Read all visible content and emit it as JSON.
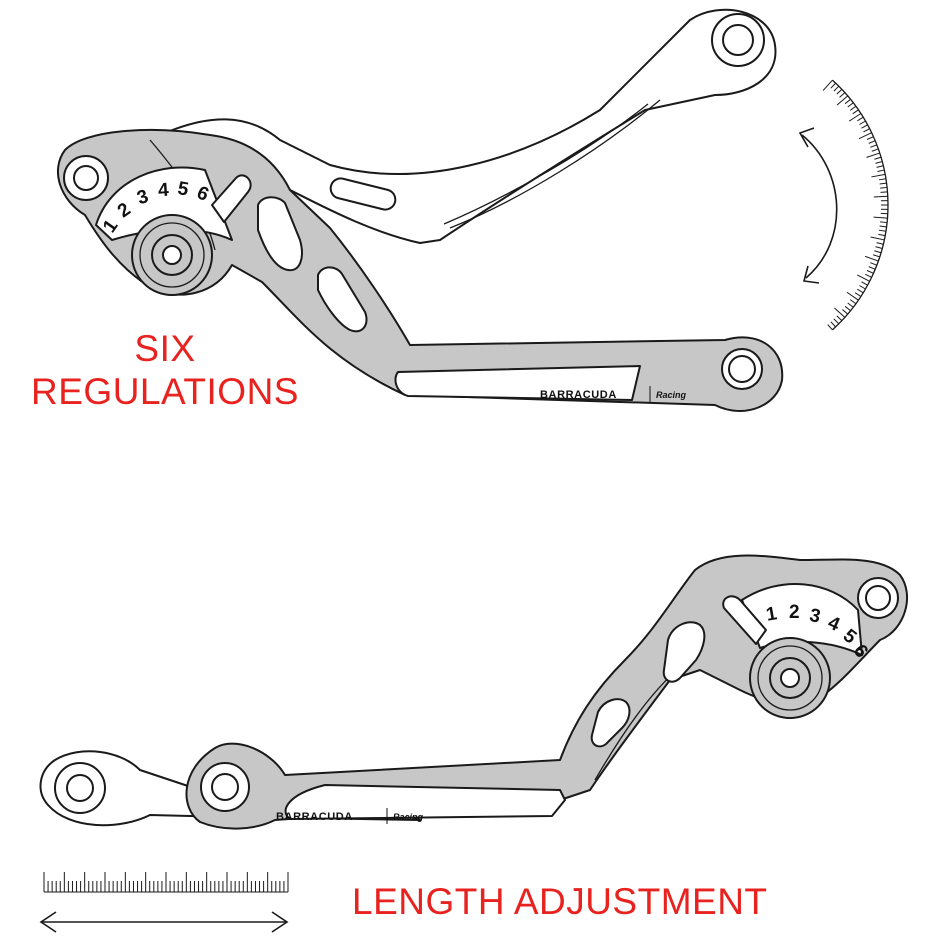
{
  "labels": {
    "six_line1": "SIX",
    "six_line2": "REGULATIONS",
    "length": "LENGTH ADJUSTMENT"
  },
  "brand": {
    "name": "BARRACUDA",
    "sub": "Racing"
  },
  "dial_numbers": [
    "1",
    "2",
    "3",
    "4",
    "5",
    "6"
  ],
  "colors": {
    "label_red": "#e8231f",
    "lever_fill": "#c7c7c7",
    "lever_stroke": "#1a1a1a",
    "blade_fill": "#ffffff"
  }
}
